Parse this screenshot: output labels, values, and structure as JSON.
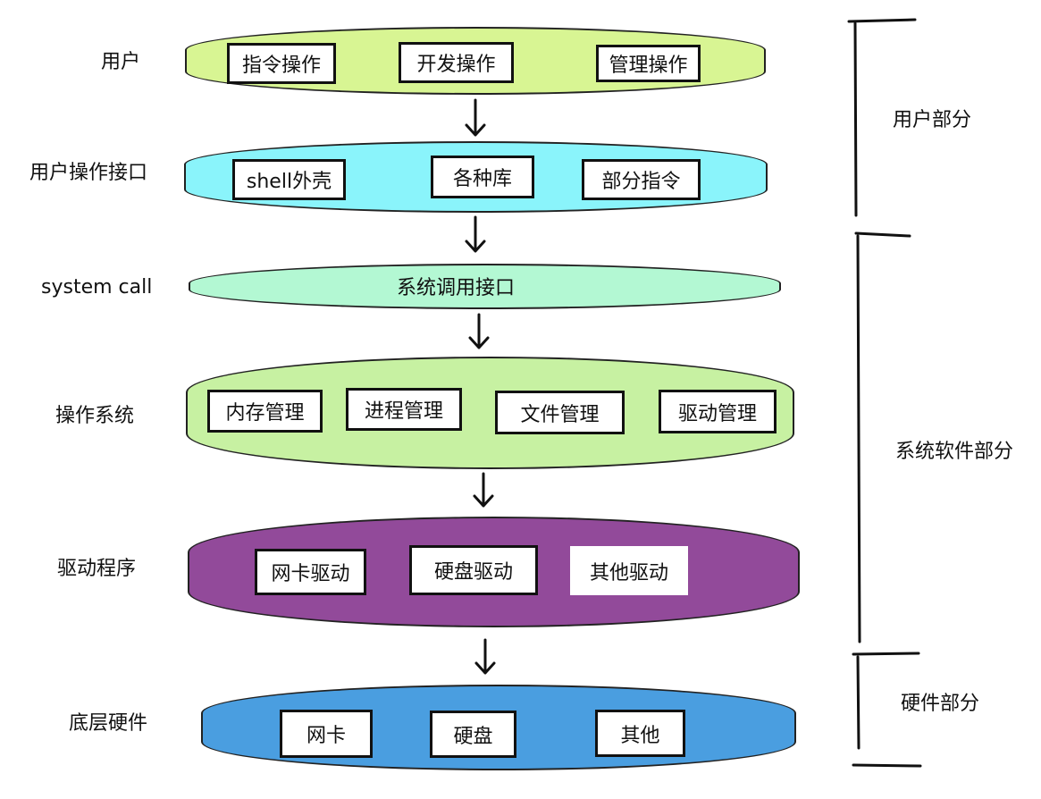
{
  "layers": [
    {
      "label": "用户",
      "color": "#d8f593",
      "items": [
        "指令操作",
        "开发操作",
        "管理操作"
      ]
    },
    {
      "label": "用户操作接口",
      "color": "#8af4fb",
      "items": [
        "shell外壳",
        "各种库",
        "部分指令"
      ]
    },
    {
      "label": "system call",
      "color": "#b3f8d3",
      "items": [
        "系统调用接口"
      ]
    },
    {
      "label": "操作系统",
      "color": "#c7f1a2",
      "items": [
        "内存管理",
        "进程管理",
        "文件管理",
        "驱动管理"
      ]
    },
    {
      "label": "驱动程序",
      "color": "#924a9a",
      "items": [
        "网卡驱动",
        "硬盘驱动",
        "其他驱动"
      ]
    },
    {
      "label": "底层硬件",
      "color": "#4a9ee0",
      "items": [
        "网卡",
        "硬盘",
        "其他"
      ]
    }
  ],
  "groups": [
    {
      "label": "用户部分"
    },
    {
      "label": "系统软件部分"
    },
    {
      "label": "硬件部分"
    }
  ]
}
